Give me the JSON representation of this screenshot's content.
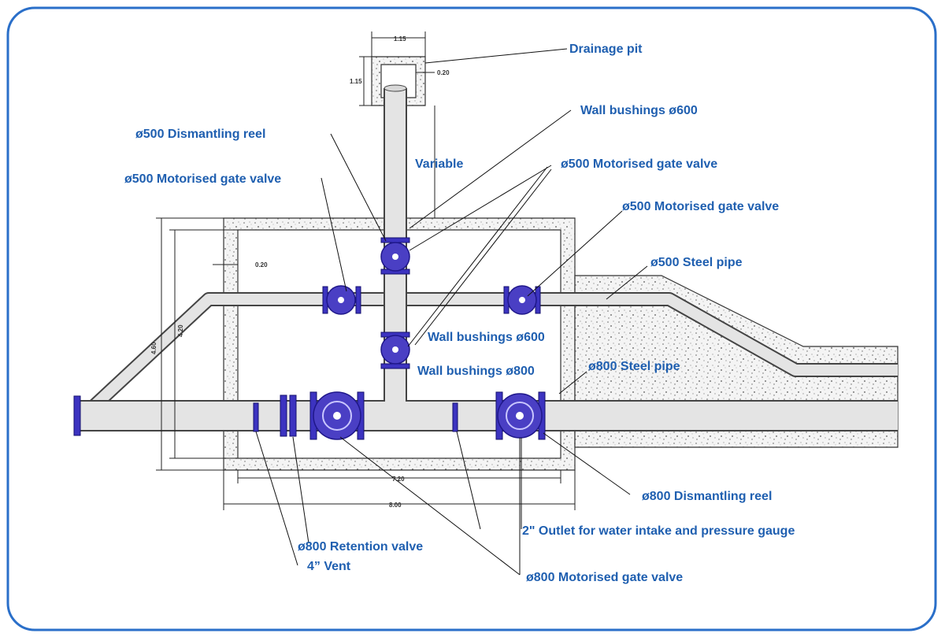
{
  "labels": {
    "drainage_pit": "Drainage pit",
    "wall_bushings_600_top": "Wall bushings ø600",
    "dismantling_reel_500": "ø500 Dismantling reel",
    "motorised_valve_500_left": "ø500 Motorised gate valve",
    "motorised_valve_500_top": "ø500 Motorised gate valve",
    "motorised_valve_500_right": "ø500 Motorised gate valve",
    "variable": "Variable",
    "steel_pipe_500": "ø500 Steel pipe",
    "wall_bushings_600_mid": "Wall bushings ø600",
    "wall_bushings_800": "Wall bushings ø800",
    "steel_pipe_800": "ø800 Steel pipe",
    "dismantling_reel_800": "ø800 Dismantling reel",
    "outlet_2in": "2\" Outlet for water intake and pressure gauge",
    "retention_valve_800": "ø800 Retention valve",
    "vent_4in": "4” Vent",
    "motorised_valve_800": "ø800 Motorised gate valve"
  },
  "dimensions": {
    "pit_width": "1.15",
    "pit_height": "1.15",
    "pit_wall": "0.20",
    "chamber_wall": "0.20",
    "inner_height": "4.20",
    "outer_height": "4.60",
    "inner_length": "7.20",
    "outer_length": "8.00"
  },
  "colors": {
    "frame": "#2a6fc9",
    "label": "#1f5fb0",
    "valve": "#4a3fc4"
  }
}
